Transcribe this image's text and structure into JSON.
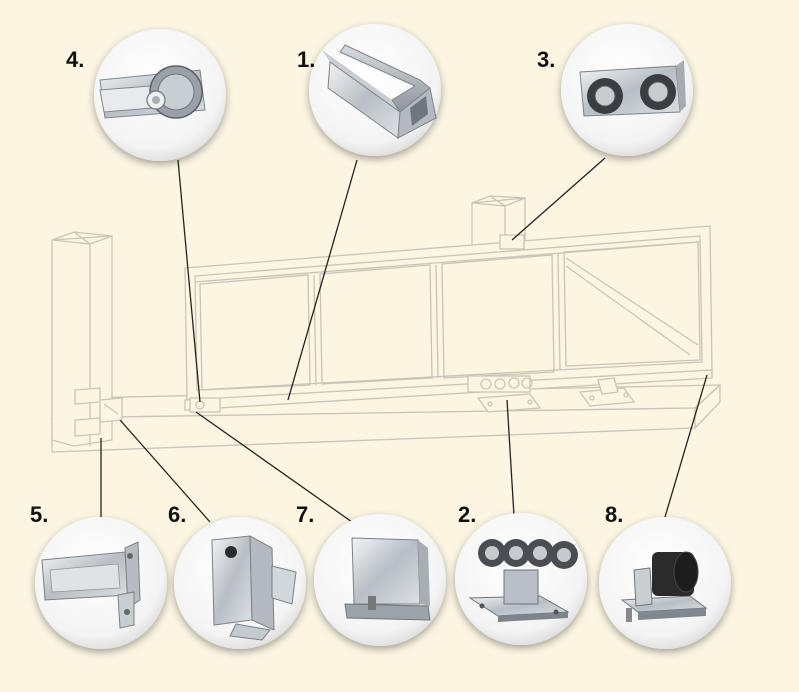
{
  "colors": {
    "background": "#fbf5e2",
    "outline": "#c9c4b6",
    "leader": "#222222",
    "metal_light": "#e4e7ea",
    "metal_dark": "#8d9399",
    "rubber": "#2b2b2b"
  },
  "components": [
    {
      "number": "1.",
      "icon": "track-profile-icon"
    },
    {
      "number": "2.",
      "icon": "roller-carriage-icon"
    },
    {
      "number": "3.",
      "icon": "upper-guide-rollers-icon"
    },
    {
      "number": "4.",
      "icon": "end-roller-icon"
    },
    {
      "number": "5.",
      "icon": "lower-catcher-icon"
    },
    {
      "number": "6.",
      "icon": "upper-catcher-icon"
    },
    {
      "number": "7.",
      "icon": "end-cap-icon"
    },
    {
      "number": "8.",
      "icon": "rubber-stopper-icon"
    }
  ]
}
